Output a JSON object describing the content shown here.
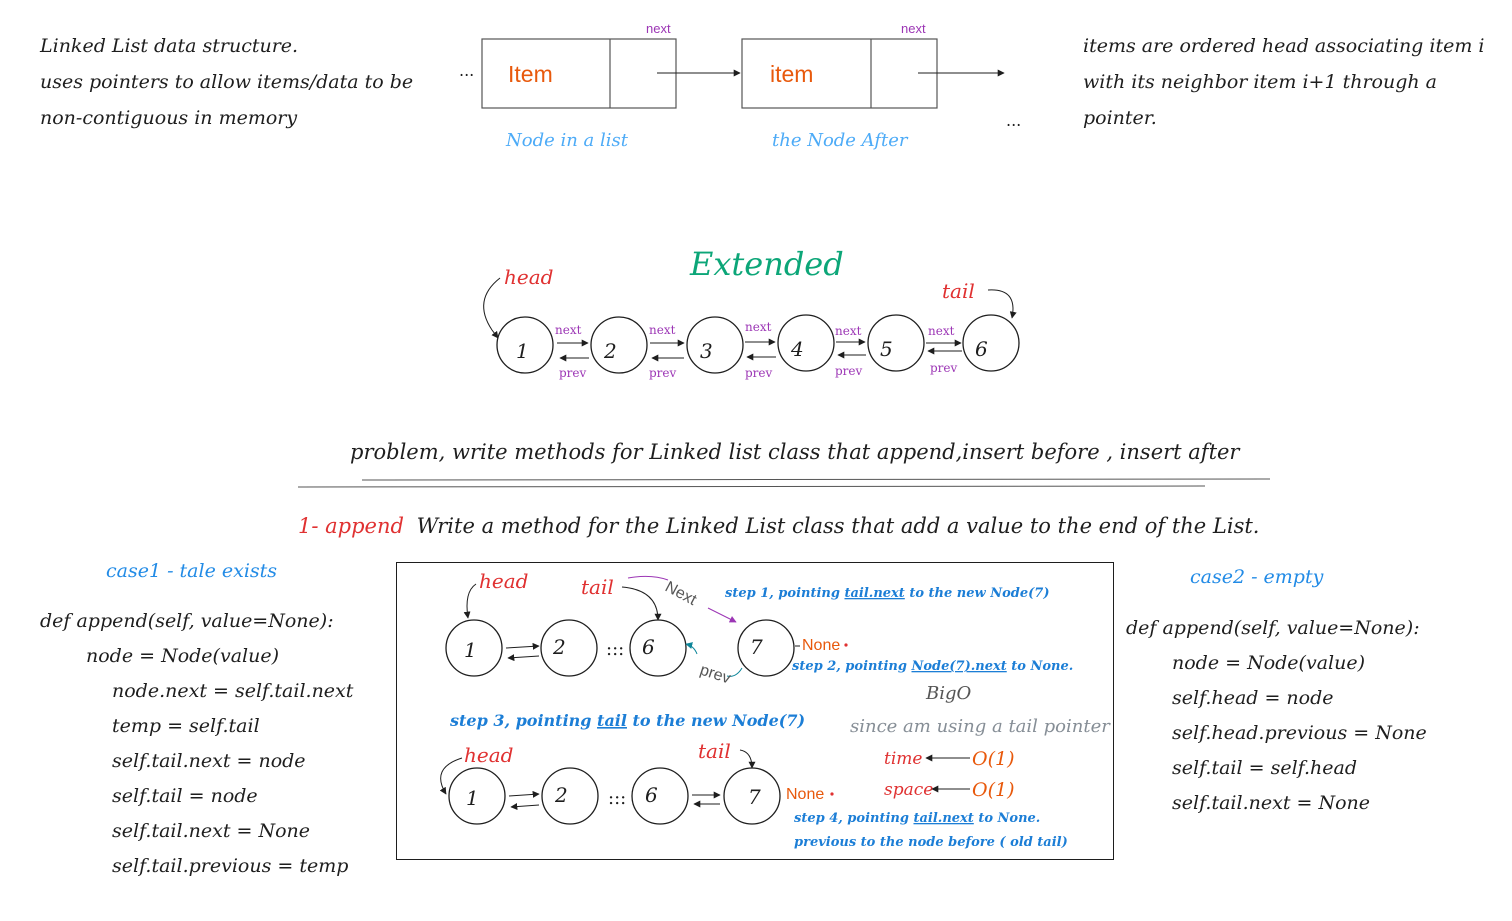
{
  "intro_left": [
    "Linked List data structure.",
    "uses pointers to allow items/data to be",
    "non-contiguous in memory"
  ],
  "intro_right": [
    "items are ordered head associating item i",
    "with its neighbor item i+1 through a",
    "pointer."
  ],
  "node_diagram": {
    "ellipsis": "...",
    "node1_item": "Item",
    "node2_item": "item",
    "next_label": "next",
    "node1_caption": "Node in a list",
    "node2_caption": "the Node After"
  },
  "extended": {
    "title": "Extended",
    "head": "head",
    "tail": "tail",
    "nodes": [
      "1",
      "2",
      "3",
      "4",
      "5",
      "6"
    ],
    "next": "next",
    "prev": "prev"
  },
  "problem": "problem, write methods for Linked list class that append,insert before , insert after",
  "append": {
    "number": "1- append",
    "description": "Write a method for the Linked List class that add a value to the end of the List."
  },
  "case1": {
    "title": "case1 - tale exists",
    "code": [
      "def append(self, value=None):",
      "node = Node(value)",
      "node.next = self.tail.next",
      "temp = self.tail",
      "self.tail.next = node",
      "self.tail = node",
      "self.tail.next = None",
      "self.tail.previous = temp"
    ]
  },
  "case2": {
    "title": "case2 - empty",
    "code": [
      "def append(self, value=None):",
      "node = Node(value)",
      "self.head = node",
      "self.head.previous = None",
      "self.tail = self.head",
      "self.tail.next = None"
    ]
  },
  "box": {
    "head": "head",
    "tail": "tail",
    "next_word": "Next",
    "prev_word": "prev",
    "none": "None",
    "dots": ":::",
    "top_nodes": [
      "1",
      "2",
      "6",
      "7"
    ],
    "bottom_nodes": [
      "1",
      "2",
      "6",
      "7"
    ],
    "step1_pre": "step 1, pointing ",
    "step1_u": "tail.next",
    "step1_post": " to the new Node(7)",
    "step2_pre": "step 2, pointing ",
    "step2_u": "Node(7).next",
    "step2_post": " to None.",
    "step3_pre": "step 3, pointing ",
    "step3_u": "tail",
    "step3_post": " to the new Node(7)",
    "step4_pre": "step 4, pointing ",
    "step4_u": "tail.next",
    "step4_post": " to None.",
    "step4_line2": "previous to the node before ( old tail)",
    "bigo": "BigO",
    "since": "since am using a tail pointer",
    "time": "time",
    "time_val": "O(1)",
    "space": "space",
    "space_val": "O(1)"
  }
}
